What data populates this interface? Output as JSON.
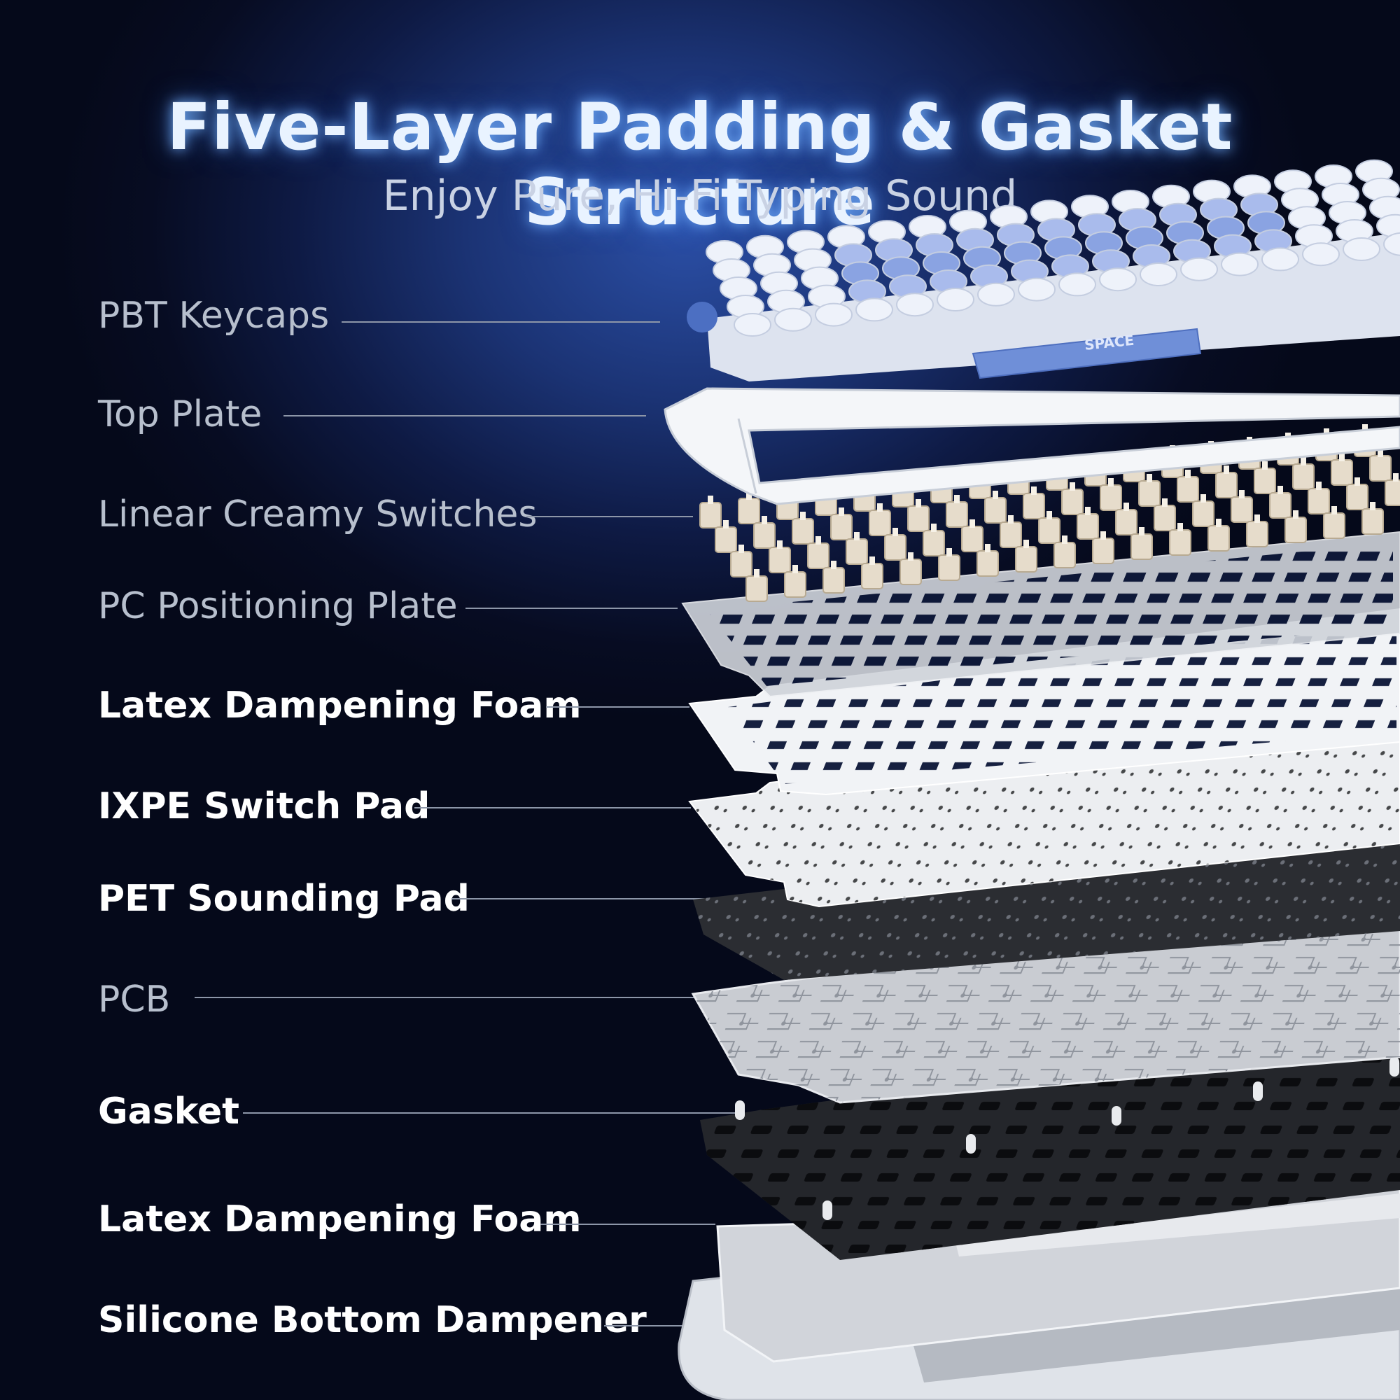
{
  "title": "Five-Layer Padding & Gasket Structure",
  "subtitle": "Enjoy Pure, Hi-Fi Typing Sound",
  "layers": [
    {
      "label": "PBT Keycaps",
      "style": "light"
    },
    {
      "label": "Top Plate",
      "style": "light"
    },
    {
      "label": "Linear Creamy Switches",
      "style": "light"
    },
    {
      "label": "PC Positioning Plate",
      "style": "light"
    },
    {
      "label": "Latex Dampening Foam",
      "style": "bold"
    },
    {
      "label": "IXPE Switch Pad",
      "style": "bold"
    },
    {
      "label": "PET Sounding Pad",
      "style": "bold"
    },
    {
      "label": "PCB",
      "style": "light"
    },
    {
      "label": "Gasket",
      "style": "bold"
    },
    {
      "label": "Latex Dampening Foam",
      "style": "bold"
    },
    {
      "label": "Silicone Bottom Dampener",
      "style": "bold"
    }
  ],
  "keycap_text": "SPACE",
  "colors": {
    "background": "#0b1434",
    "title_glow": "#6fb0ff",
    "keycap_white": "#eef2fa",
    "keycap_blue": "#6f8fd8",
    "switch_cream": "#e6dccb",
    "plate_white": "#f1f3f6",
    "pet_dark": "#2a2c31",
    "pcb_silver": "#c9ccd2",
    "gasket_black": "#1f2024"
  }
}
